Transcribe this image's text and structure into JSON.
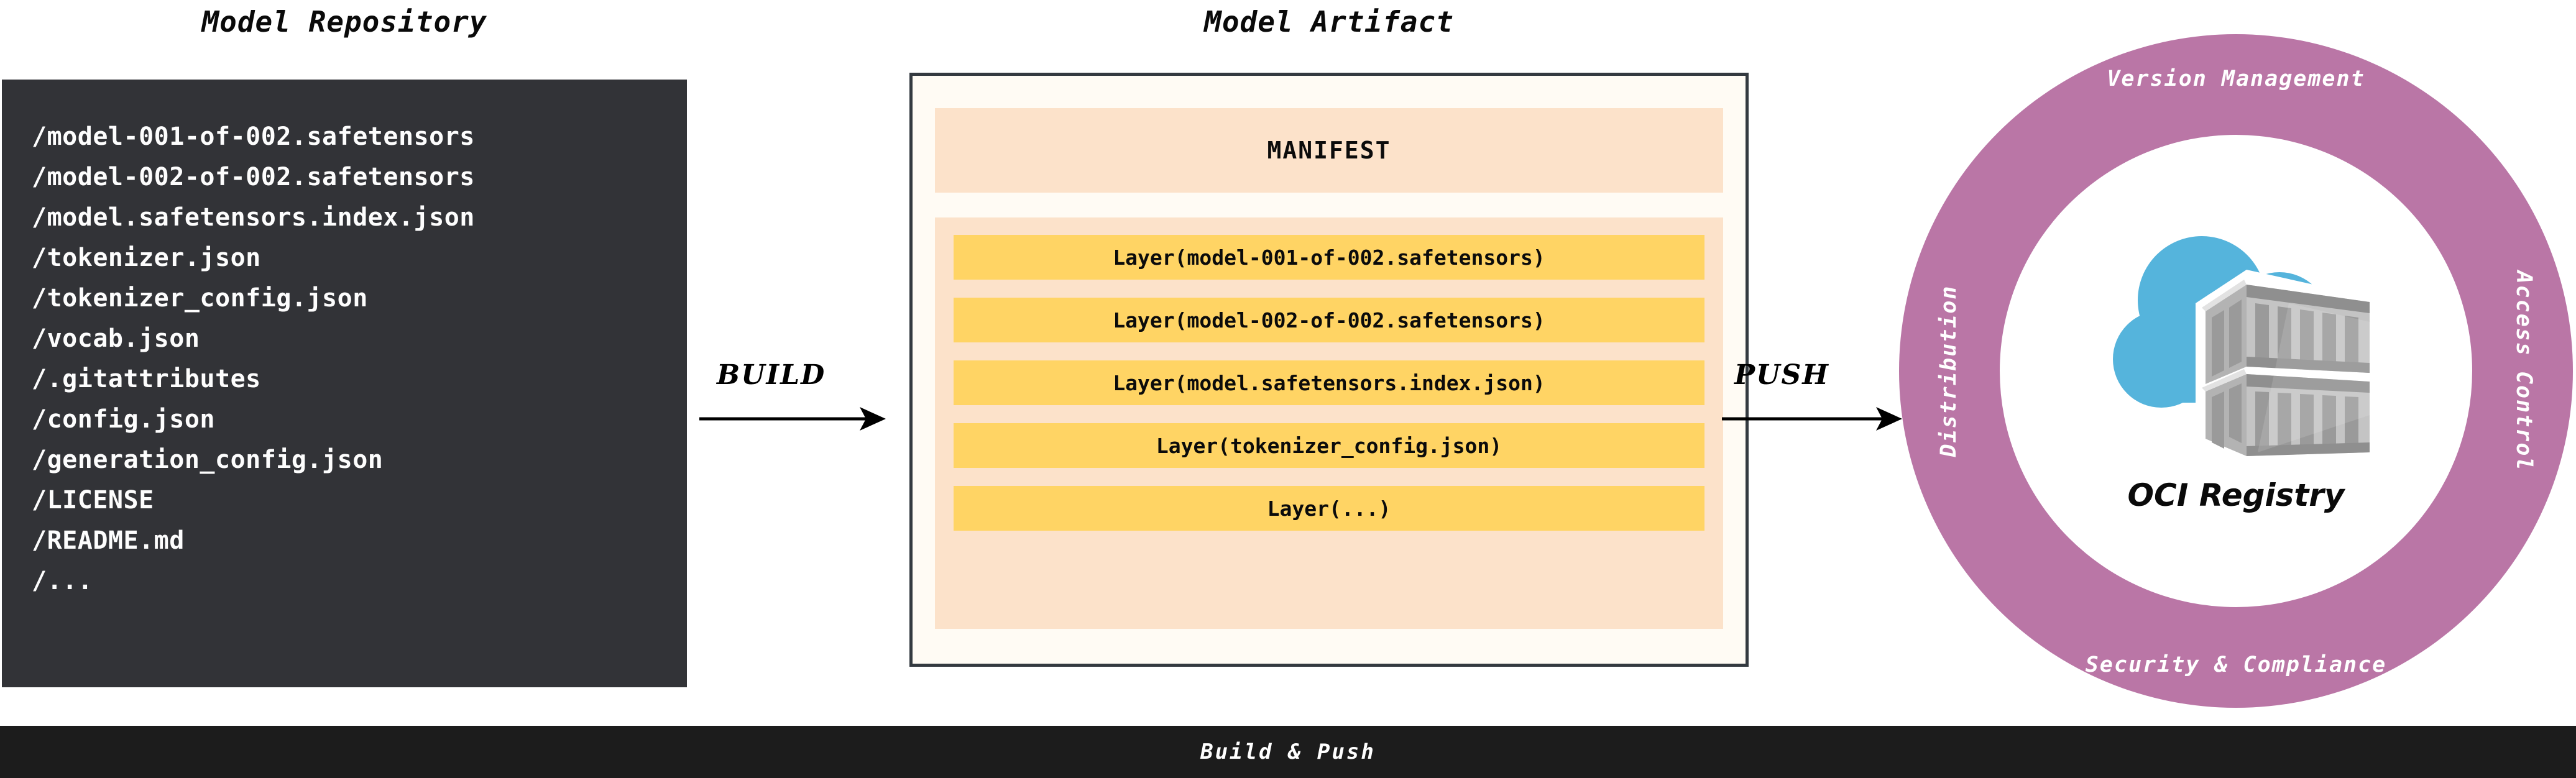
{
  "repository": {
    "title": "Model Repository",
    "files": [
      "/model-001-of-002.safetensors",
      "/model-002-of-002.safetensors",
      "/model.safetensors.index.json",
      "/tokenizer.json",
      "/tokenizer_config.json",
      "/vocab.json",
      "/.gitattributes",
      "/config.json",
      "/generation_config.json",
      "/LICENSE",
      "/README.md",
      "/..."
    ],
    "background_color": "#323337",
    "text_color": "#fdfdfd"
  },
  "arrows": {
    "build": "BUILD",
    "push": "PUSH"
  },
  "artifact": {
    "title": "Model Artifact",
    "manifest_label": "MANIFEST",
    "layers": [
      "Layer(model-001-of-002.safetensors)",
      "Layer(model-002-of-002.safetensors)",
      "Layer(model.safetensors.index.json)",
      "Layer(tokenizer_config.json)",
      "Layer(...)"
    ],
    "panel_background": "#FFFBF4",
    "panel_border": "#343a40",
    "section_background": "#FCE2CA",
    "layer_color": "#FFD464"
  },
  "registry": {
    "name": "OCI Registry",
    "ring_color": "#BA76A6",
    "cloud_color": "#55B4DC",
    "ring_labels": {
      "top": "Version Management",
      "right": "Access Control",
      "bottom": "Security & Compliance",
      "left": "Distribution"
    },
    "icon": "cloud-container-icon"
  },
  "footer": {
    "label": "Build & Push",
    "background_color": "#1c1c1c"
  }
}
